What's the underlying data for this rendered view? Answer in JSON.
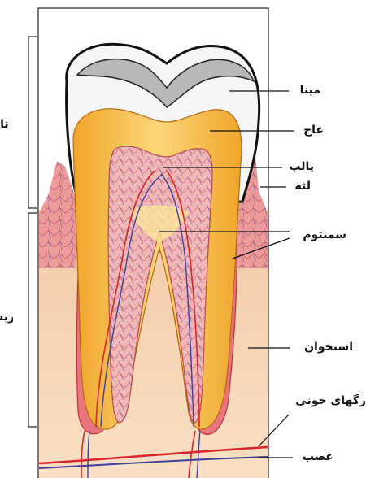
{
  "side_labels": {
    "crown": "تاج",
    "root": "ریشه"
  },
  "labels": {
    "enamel": "مینا",
    "dentin": "عاج",
    "pulp": "پالپ",
    "gum": "لثه",
    "cementum": "سمنتوم",
    "bone": "استخوان",
    "blood_vessels": "رگهای خونی",
    "nerve": "عصب"
  },
  "colors": {
    "enamel": "#f4f4f4",
    "enamel_shadow": "#b9b9b9",
    "dentin": "#f4b636",
    "dentin_light": "#fbe39a",
    "pulp": "#f2b4b4",
    "gum": "#ea8d8d",
    "bone": "#f7d9b8",
    "vessel_red": "#d7262c",
    "vessel_blue": "#3f3f9c"
  }
}
